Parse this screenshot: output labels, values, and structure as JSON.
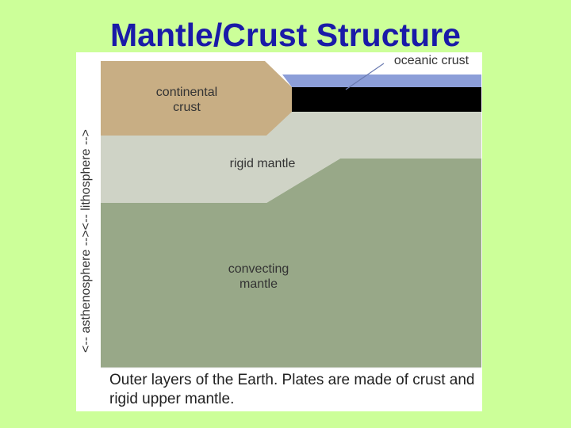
{
  "slide": {
    "title": "Mantle/Crust Structure"
  },
  "diagram": {
    "side_label": "<-- asthenosphere --><-- lithosphere -->",
    "labels": {
      "oceanic_crust": "oceanic crust",
      "continental_crust": "continental crust",
      "rigid_mantle": "rigid mantle",
      "convecting_mantle": "convecting mantle"
    },
    "caption": "Outer layers of the Earth. Plates are made of crust and rigid upper mantle.",
    "colors": {
      "slide_background": "#ccff99",
      "title": "#1a1aa8",
      "continental_crust": "#c8ae84",
      "oceanic_water": "#8c9ed8",
      "oceanic_crust": "#000000",
      "rigid_mantle": "#cfd3c6",
      "convecting_mantle": "#98a888"
    }
  }
}
